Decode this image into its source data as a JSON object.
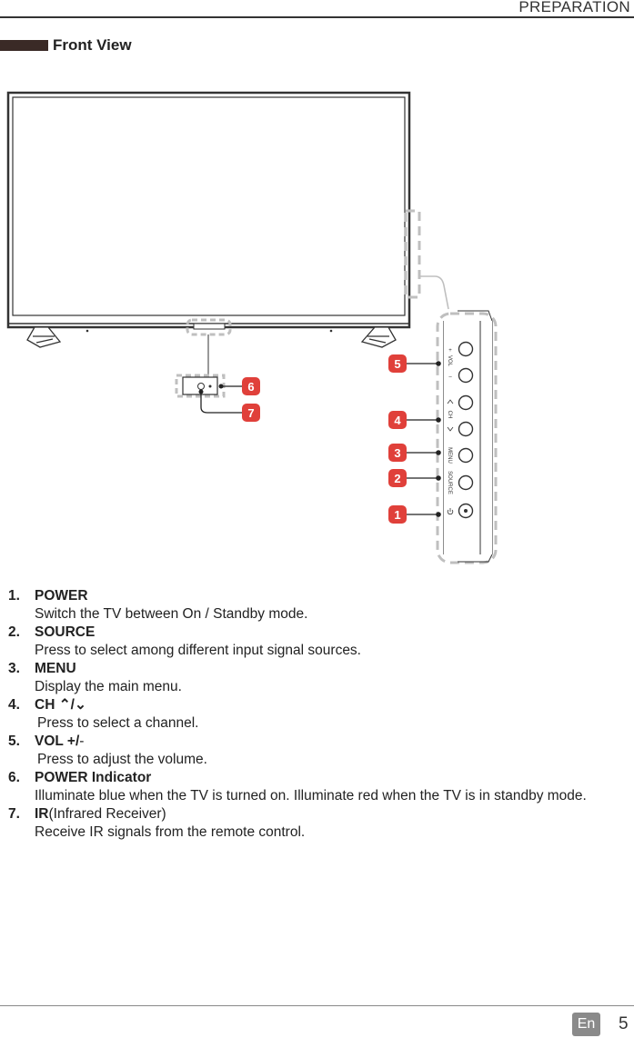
{
  "header": {
    "section": "PREPARATION"
  },
  "section_title": "Front View",
  "callouts": [
    "1",
    "2",
    "3",
    "4",
    "5",
    "6",
    "7"
  ],
  "panel_labels": {
    "vol": "VOL",
    "ch": "CH",
    "menu": "MENU",
    "source": "SOURCE"
  },
  "items": [
    {
      "num": "1.",
      "title": "POWER",
      "suffix": "",
      "desc": "Switch the TV between On / Standby mode."
    },
    {
      "num": "2.",
      "title": "SOURCE",
      "suffix": "",
      "desc": "Press to select among different input signal sources."
    },
    {
      "num": "3.",
      "title": "MENU",
      "suffix": "",
      "desc": "Display the main menu."
    },
    {
      "num": "4.",
      "title": "CH ⌃/⌄",
      "suffix": "",
      "desc": "Press to select a channel."
    },
    {
      "num": "5.",
      "title": "VOL +/",
      "suffix": "-",
      "desc": "Press to adjust the volume."
    },
    {
      "num": "6.",
      "title": "POWER Indicator",
      "suffix": "",
      "desc": "Illuminate blue when the TV is turned on. Illuminate red when the TV is in standby mode."
    },
    {
      "num": "7.",
      "title": "IR",
      "suffix": " (Infrared Receiver)",
      "desc": "Receive IR signals from the remote control."
    }
  ],
  "footer": {
    "language": "En",
    "page": "5"
  },
  "colors": {
    "badge": "#e0403a",
    "dashed": "#bfbfbf",
    "text": "#222222"
  }
}
